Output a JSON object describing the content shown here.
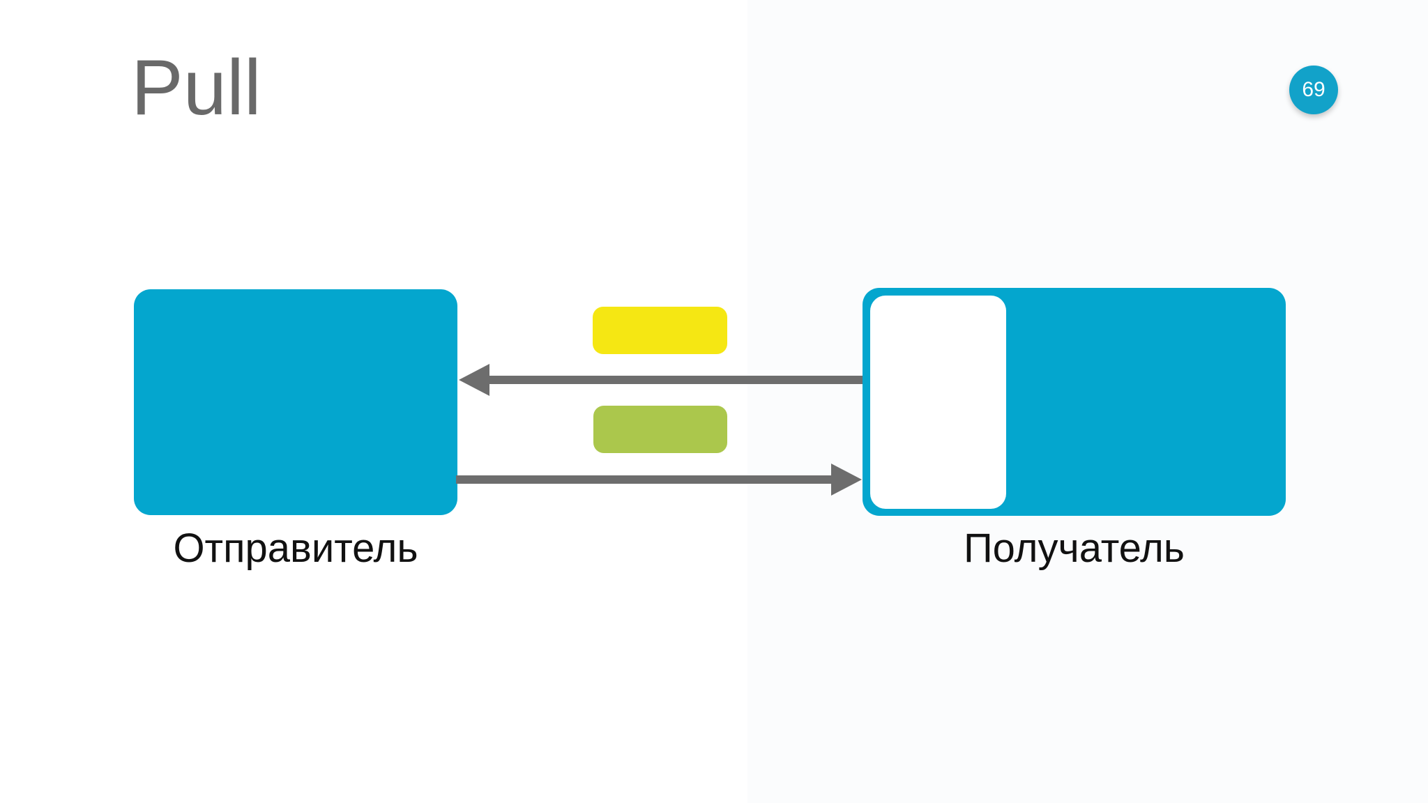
{
  "slide": {
    "title": "Pull",
    "page_number": "69"
  },
  "diagram": {
    "sender": {
      "label": "Отправитель"
    },
    "receiver": {
      "label": "Получатель",
      "has_empty_slot": true
    },
    "arrows": [
      {
        "name": "request-arrow",
        "direction": "left",
        "from": "receiver",
        "to": "sender"
      },
      {
        "name": "delivery-arrow",
        "direction": "right",
        "from": "sender",
        "to": "receiver"
      }
    ],
    "messages": [
      {
        "name": "message-yellow",
        "color": "#f5e713"
      },
      {
        "name": "message-green",
        "color": "#abc74c"
      }
    ],
    "colors": {
      "node_fill": "#04a6ce",
      "slot_fill": "#ffffff",
      "arrow": "#6d6d6d",
      "badge_fill": "#12a2c9",
      "badge_text": "#ffffff",
      "title_text": "#696969",
      "label_text": "#111111",
      "background": "#ffffff"
    }
  }
}
